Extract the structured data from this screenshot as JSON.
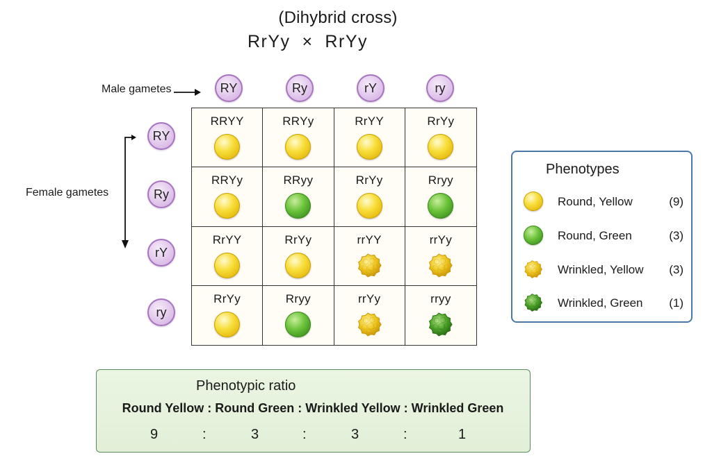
{
  "title": "(Dihybrid cross)",
  "cross": "RrYy  ×  RrYy",
  "male_label": "Male gametes",
  "female_label": "Female gametes",
  "male_gametes": [
    "RY",
    "Ry",
    "rY",
    "ry"
  ],
  "female_gametes": [
    "RY",
    "Ry",
    "rY",
    "ry"
  ],
  "grid": [
    [
      {
        "genotype": "RRYY",
        "phenotype": "round-yellow"
      },
      {
        "genotype": "RRYy",
        "phenotype": "round-yellow"
      },
      {
        "genotype": "RrYY",
        "phenotype": "round-yellow"
      },
      {
        "genotype": "RrYy",
        "phenotype": "round-yellow"
      }
    ],
    [
      {
        "genotype": "RRYy",
        "phenotype": "round-yellow"
      },
      {
        "genotype": "RRyy",
        "phenotype": "round-green"
      },
      {
        "genotype": "RrYy",
        "phenotype": "round-yellow"
      },
      {
        "genotype": "Rryy",
        "phenotype": "round-green"
      }
    ],
    [
      {
        "genotype": "RrYY",
        "phenotype": "round-yellow"
      },
      {
        "genotype": "RrYy",
        "phenotype": "round-yellow"
      },
      {
        "genotype": "rrYY",
        "phenotype": "wrinkled-yellow"
      },
      {
        "genotype": "rrYy",
        "phenotype": "wrinkled-yellow"
      }
    ],
    [
      {
        "genotype": "RrYy",
        "phenotype": "round-yellow"
      },
      {
        "genotype": "Rryy",
        "phenotype": "round-green"
      },
      {
        "genotype": "rrYy",
        "phenotype": "wrinkled-yellow"
      },
      {
        "genotype": "rryy",
        "phenotype": "wrinkled-green"
      }
    ]
  ],
  "legend": {
    "title": "Phenotypes",
    "items": [
      {
        "label": "Round, Yellow",
        "count": "(9)",
        "phenotype": "round-yellow"
      },
      {
        "label": "Round, Green",
        "count": "(3)",
        "phenotype": "round-green"
      },
      {
        "label": "Wrinkled, Yellow",
        "count": "(3)",
        "phenotype": "wrinkled-yellow"
      },
      {
        "label": "Wrinkled, Green",
        "count": "(1)",
        "phenotype": "wrinkled-green"
      }
    ]
  },
  "ratio": {
    "title": "Phenotypic ratio",
    "formula": "Round Yellow : Round Green : Wrinkled Yellow : Wrinkled Green",
    "values": [
      "9",
      "3",
      "3",
      "1"
    ],
    "separator": ":"
  },
  "colors": {
    "yellow": "#f4d52a",
    "green": "#5bb52f",
    "gamete_fill": "#e2c7ec",
    "gamete_border": "#a774bf",
    "legend_border": "#4a78a8",
    "ratio_fill": "#e6f2dc"
  }
}
